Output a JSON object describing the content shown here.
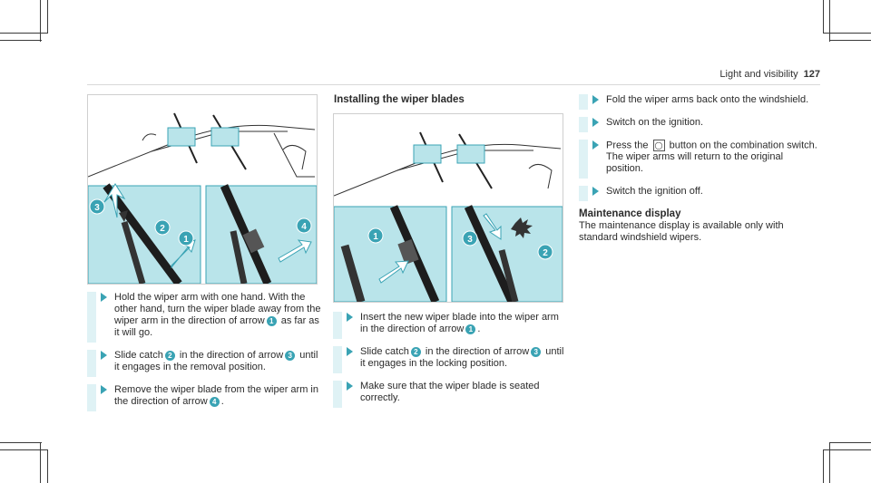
{
  "header": {
    "section": "Light and visibility",
    "page": "127"
  },
  "left": {
    "steps": [
      {
        "parts": [
          "Hold the wiper arm with one hand. With the other hand, turn the wiper blade away from the wiper arm in the direction of arrow",
          " as far as it will go."
        ],
        "nums": [
          "1"
        ]
      },
      {
        "parts": [
          "Slide catch",
          " in the direction of arrow",
          " until it engages in the removal position."
        ],
        "nums": [
          "2",
          "3"
        ]
      },
      {
        "parts": [
          "Remove the wiper blade from the wiper arm in the direction of arrow",
          "."
        ],
        "nums": [
          "4"
        ]
      }
    ],
    "figure_labels": [
      "1",
      "2",
      "3",
      "4"
    ]
  },
  "middle": {
    "title": "Installing the wiper blades",
    "steps": [
      {
        "parts": [
          "Insert the new wiper blade into the wiper arm in the direction of arrow",
          "."
        ],
        "nums": [
          "1"
        ]
      },
      {
        "parts": [
          "Slide catch",
          " in the direction of arrow",
          " until it engages in the locking position."
        ],
        "nums": [
          "2",
          "3"
        ]
      },
      {
        "parts": [
          "Make sure that the wiper blade is seated correctly."
        ],
        "nums": []
      }
    ],
    "figure_labels": [
      "1",
      "2",
      "3"
    ]
  },
  "right": {
    "steps": [
      {
        "text": "Fold the wiper arms back onto the windshield."
      },
      {
        "text": "Switch on the ignition."
      },
      {
        "pre": "Press the",
        "post": "button on the combination switch.",
        "icon": "wiper-button-icon",
        "extra": "The wiper arms will return to the original position."
      },
      {
        "text": "Switch the ignition off."
      }
    ],
    "maintenance_title": "Maintenance display",
    "maintenance_text": "The maintenance display is available only with standard windshield wipers."
  },
  "colors": {
    "accent": "#3aa3b4",
    "panel": "#b9e4ea",
    "bar": "#dff2f5"
  }
}
